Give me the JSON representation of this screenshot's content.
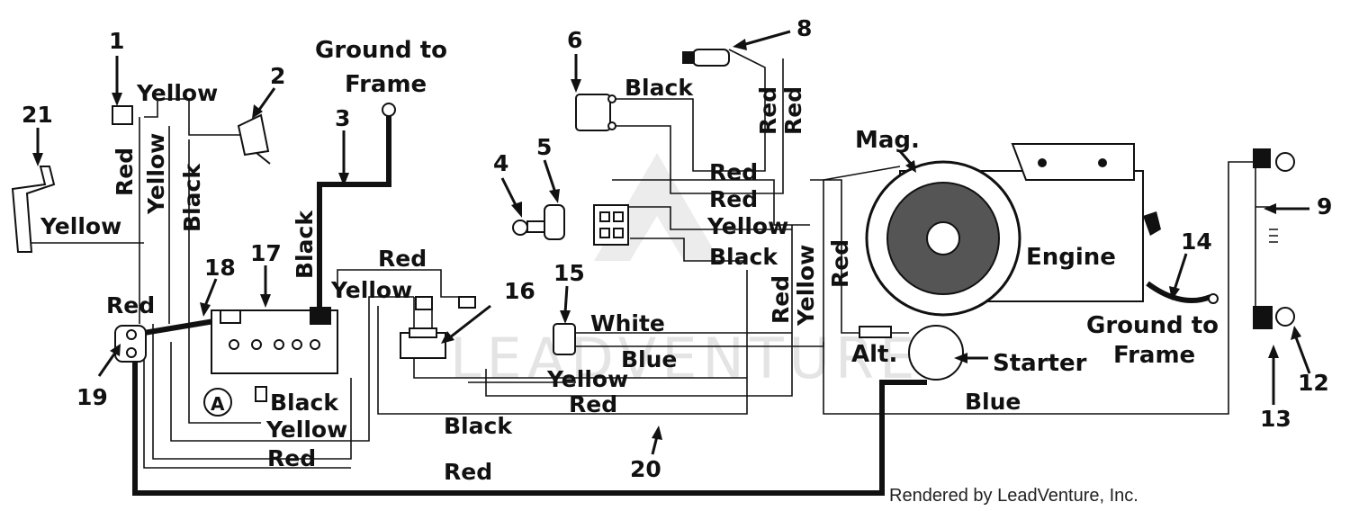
{
  "callouts": [
    "1",
    "2",
    "3",
    "4",
    "5",
    "6",
    "8",
    "9",
    "12",
    "13",
    "14",
    "15",
    "16",
    "17",
    "18",
    "19",
    "20",
    "21"
  ],
  "labels": {
    "ground_frame_top_1": "Ground to",
    "ground_frame_top_2": "Frame",
    "ground_frame_right_1": "Ground to",
    "ground_frame_right_2": "Frame",
    "engine": "Engine",
    "mag": "Mag.",
    "alt": "Alt.",
    "starter": "Starter",
    "circle_a": "A"
  },
  "wire_colors": {
    "yellow_top": "Yellow",
    "red_left_v": "Red",
    "yellow_left_v": "Yellow",
    "black_left_v": "Black",
    "yellow_left_h": "Yellow",
    "black_3_v": "Black",
    "red_batt": "Red",
    "red_mid_top": "Red",
    "yellow_mid": "Yellow",
    "black_6": "Black",
    "red_8a": "Red",
    "red_8b": "Red",
    "red_sw1": "Red",
    "red_sw2": "Red",
    "yellow_sw": "Yellow",
    "black_sw": "Black",
    "red_v_right": "Red",
    "yellow_v_right": "Yellow",
    "red_v_eng": "Red",
    "white": "White",
    "blue_mid": "Blue",
    "yellow_low": "Yellow",
    "red_low": "Red",
    "blue_low": "Blue",
    "black_a": "Black",
    "yellow_a": "Yellow",
    "black_long": "Black",
    "red_a": "Red",
    "red_bottom": "Red"
  },
  "watermark": "LEADVENTURE",
  "credit": "Rendered by LeadVenture, Inc."
}
